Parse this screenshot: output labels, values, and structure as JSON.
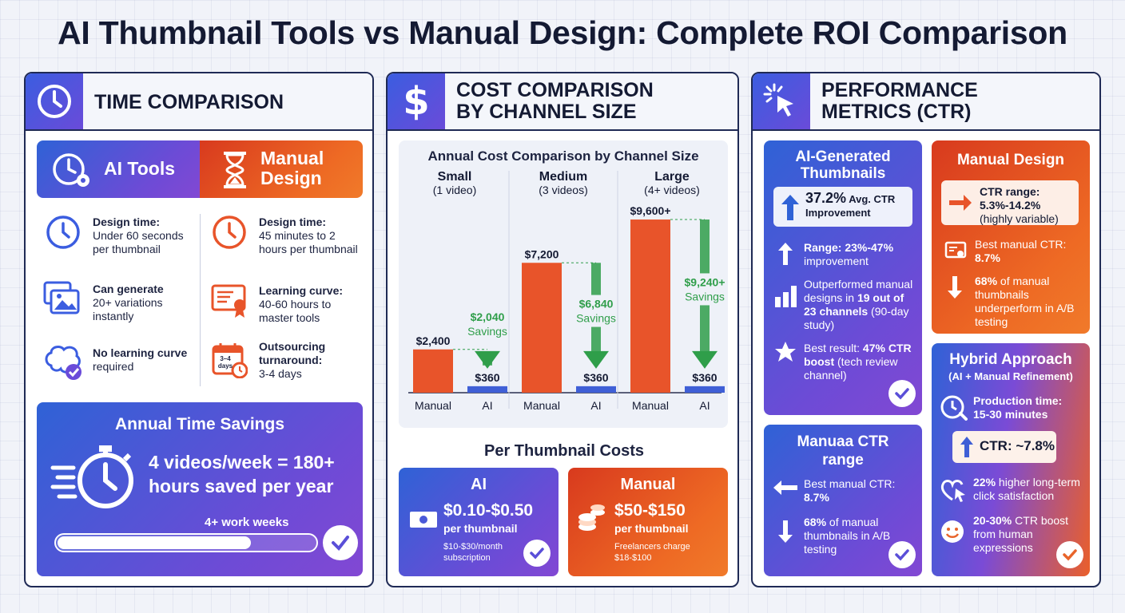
{
  "title": "AI Thumbnail Tools vs Manual Design: Complete ROI Comparison",
  "time": {
    "header": "TIME COMPARISON",
    "ai_label": "AI Tools",
    "manual_label": "Manual Design",
    "ai_items": [
      {
        "bold": "Design time:",
        "text": "Under 60 seconds per thumbnail"
      },
      {
        "bold": "Can generate",
        "text": "20+ variations instantly"
      },
      {
        "bold": "No learning curve",
        "text": "required"
      }
    ],
    "manual_items": [
      {
        "bold": "Design time:",
        "text": "45 minutes to 2 hours per thumbnail"
      },
      {
        "bold": "Learning curve:",
        "text": "40-60 hours to master tools"
      },
      {
        "bold": "Outsourcing turnaround:",
        "text": "3-4 days"
      }
    ],
    "calendar_label": "3–4 days",
    "savings_title": "Annual Time Savings",
    "savings_text": "4 videos/week = 180+ hours saved per year",
    "progress_label": "4+ work weeks",
    "progress_fraction": 0.75
  },
  "cost": {
    "header": "COST COMPARISON BY CHANNEL SIZE",
    "per_title": "Per Thumbnail Costs",
    "ai_card": {
      "title": "AI",
      "price": "$0.10-$0.50",
      "unit": "per thumbnail",
      "note": "$10-$30/month subscription"
    },
    "manual_card": {
      "title": "Manual",
      "price": "$50-$150",
      "unit": "per thumbnail",
      "note": "Freelancers charge $18-$100"
    }
  },
  "chart_data": {
    "type": "bar",
    "title": "Annual Cost Comparison by Channel Size",
    "groups": [
      {
        "name": "Small",
        "sub": "(1 video)",
        "manual": 2400,
        "ai": 360,
        "manual_label": "$2,400",
        "ai_label": "$360",
        "savings_value": "$2,040",
        "savings_word": "Savings"
      },
      {
        "name": "Medium",
        "sub": "(3 videos)",
        "manual": 7200,
        "ai": 360,
        "manual_label": "$7,200",
        "ai_label": "$360",
        "savings_value": "$6,840",
        "savings_word": "Savings"
      },
      {
        "name": "Large",
        "sub": "(4+ videos)",
        "manual": 9600,
        "ai": 360,
        "manual_label": "$9,600+",
        "ai_label": "$360",
        "savings_value": "$9,240+",
        "savings_word": "Savings"
      }
    ],
    "series": [
      {
        "name": "Manual"
      },
      {
        "name": "AI"
      }
    ],
    "ylim": [
      0,
      10000
    ],
    "colors": {
      "manual": "#e8542a",
      "ai": "#3f5fd6",
      "savings": "#2f9e4a"
    }
  },
  "perf": {
    "header": "PERFORMANCE METRICS (CTR)",
    "ai_card": {
      "title": "AI-Generated Thumbnails",
      "highlight_bold": "37.2%",
      "highlight_text": "Avg. CTR Improvement",
      "items": [
        {
          "bold": "Range: 23%-47%",
          "text": "improvement"
        },
        {
          "text": "Outperformed manual designs in",
          "bold": "19 out of 23 channels",
          "tail": "(90-day study)"
        },
        {
          "text": "Best result:",
          "bold": "47% CTR boost",
          "tail": "(tech review channel)"
        }
      ]
    },
    "manual_card": {
      "title": "Manual Design",
      "highlight_bold": "CTR range: 5.3%-14.2%",
      "highlight_text": "(highly variable)",
      "items": [
        {
          "text": "Best manual CTR:",
          "bold": "8.7%"
        },
        {
          "bold": "68%",
          "text": "of manual thumbnails underperform in A/B testing"
        }
      ]
    },
    "range_card": {
      "title": "Manuaa CTR range",
      "items": [
        {
          "text": "Best manual CTR:",
          "bold": "8.7%"
        },
        {
          "bold": "68%",
          "text": "of manual thumbnails in A/B testing"
        }
      ]
    },
    "hybrid_card": {
      "title": "Hybrid Approach",
      "subtitle": "(AI + Manual Refinement)",
      "production": "Production time: 15-30 minutes",
      "ctr": "CTR: ~7.8%",
      "items": [
        {
          "bold": "22%",
          "text": "higher long-term click satisfaction"
        },
        {
          "bold": "20-30%",
          "text": "CTR boost from human expressions"
        }
      ]
    }
  }
}
